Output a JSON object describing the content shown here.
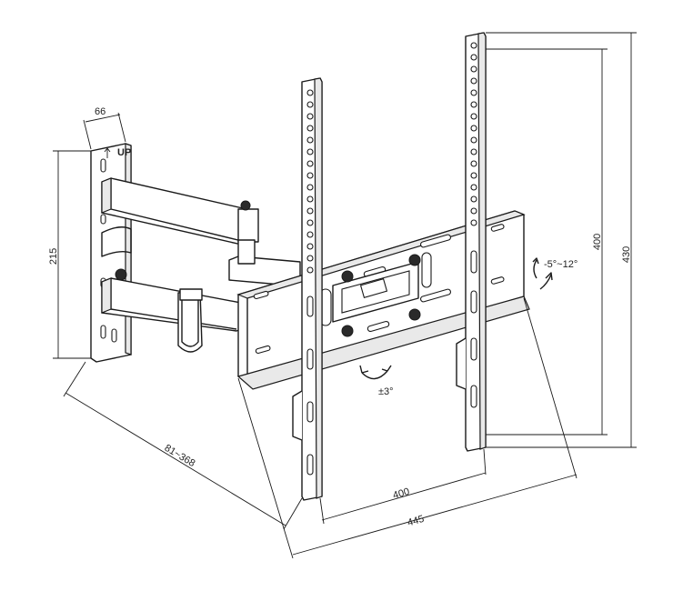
{
  "dimensions": {
    "plate_width": "66",
    "plate_height": "215",
    "extension": "81~368",
    "vesa_horizontal": "400",
    "overall_width": "445",
    "vesa_vertical": "400",
    "overall_height": "430",
    "tilt": "-5°~12°",
    "rotation": "±3°"
  },
  "plate_label": "UP"
}
